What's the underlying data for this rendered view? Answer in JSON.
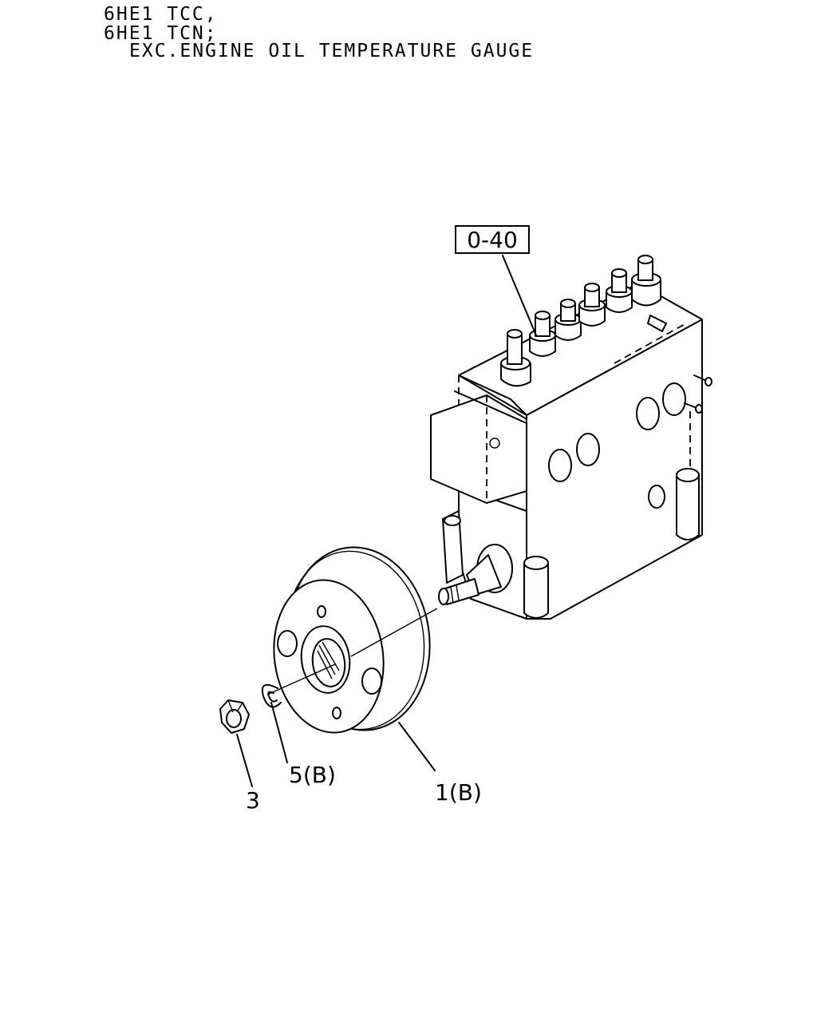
{
  "header": {
    "line1": "6HE1 TCC,",
    "line2": "6HE1 TCN;",
    "line3": "EXC.ENGINE OIL TEMPERATURE GAUGE"
  },
  "callouts": {
    "ref_box": "0-40",
    "part_1": "1(B)",
    "part_3": "3",
    "part_5": "5(B)"
  }
}
